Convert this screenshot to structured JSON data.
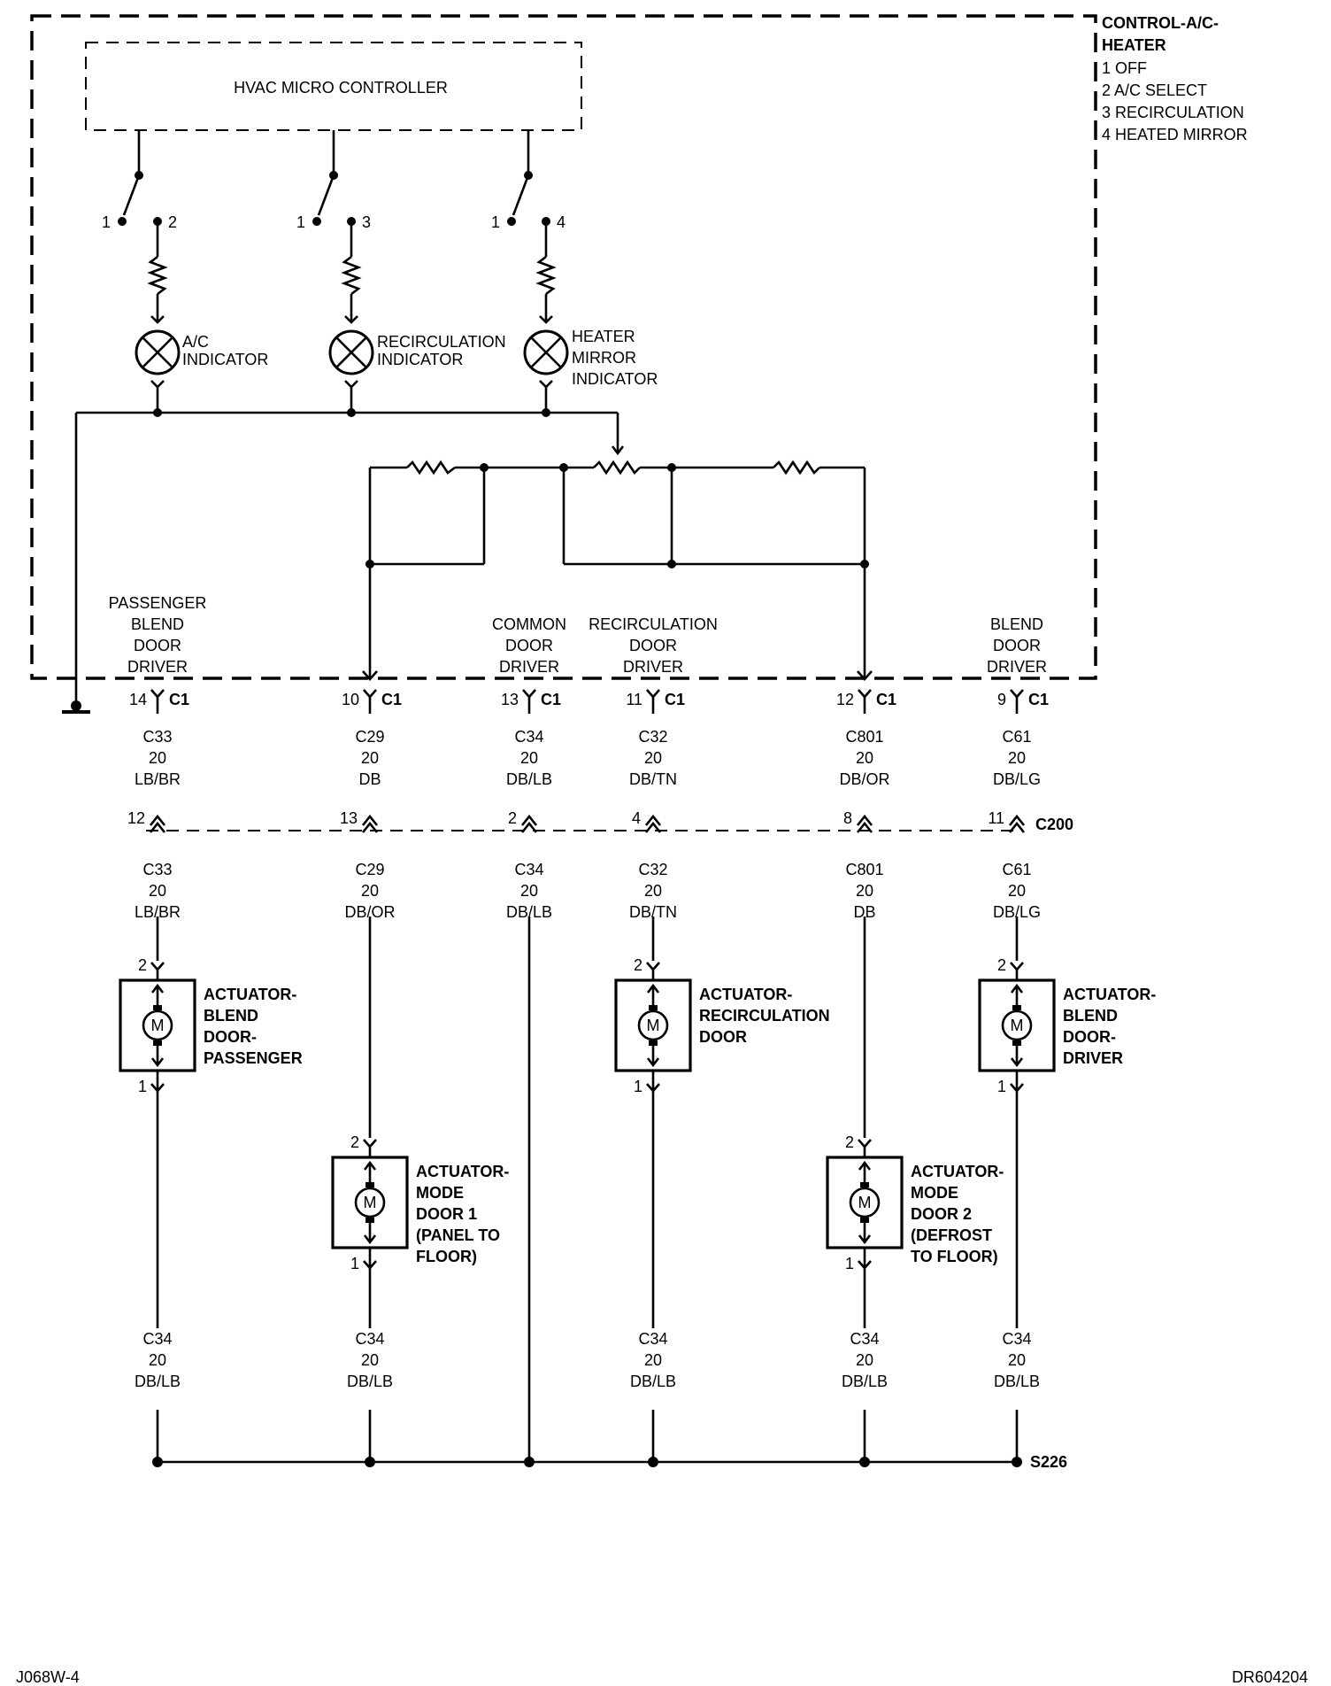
{
  "component": {
    "title_line1": "CONTROL-A/C-",
    "title_line2": "HEATER",
    "positions": [
      "1 OFF",
      "2 A/C SELECT",
      "3 RECIRCULATION",
      "4 HEATED MIRROR"
    ]
  },
  "micro_controller": "HVAC MICRO CONTROLLER",
  "switch_pins": [
    {
      "a": "1",
      "b": "2"
    },
    {
      "a": "1",
      "b": "3"
    },
    {
      "a": "1",
      "b": "4"
    }
  ],
  "indicators": [
    {
      "lines": [
        "A/C",
        "INDICATOR"
      ]
    },
    {
      "lines": [
        "RECIRCULATION",
        "INDICATOR"
      ]
    },
    {
      "lines": [
        "HEATER",
        "MIRROR",
        "INDICATOR"
      ]
    }
  ],
  "drivers": [
    {
      "lines": [
        "PASSENGER",
        "BLEND",
        "DOOR",
        "DRIVER"
      ]
    },
    {
      "lines": [
        "COMMON",
        "DOOR",
        "DRIVER"
      ]
    },
    {
      "lines": [
        "RECIRCULATION",
        "DOOR",
        "DRIVER"
      ]
    },
    {
      "lines": [
        "BLEND",
        "DOOR",
        "DRIVER"
      ]
    }
  ],
  "connector_c1": "C1",
  "connector_c200": "C200",
  "circuits": [
    {
      "c1_pin": "14",
      "upper": [
        "C33",
        "20",
        "LB/BR"
      ],
      "c200_pin": "12",
      "lower": [
        "C33",
        "20",
        "LB/BR"
      ],
      "bottom": [
        "C34",
        "20",
        "DB/LB"
      ]
    },
    {
      "c1_pin": "10",
      "upper": [
        "C29",
        "20",
        "DB"
      ],
      "c200_pin": "13",
      "lower": [
        "C29",
        "20",
        "DB/OR"
      ],
      "bottom": [
        "C34",
        "20",
        "DB/LB"
      ]
    },
    {
      "c1_pin": "13",
      "upper": [
        "C34",
        "20",
        "DB/LB"
      ],
      "c200_pin": "2",
      "lower": [
        "C34",
        "20",
        "DB/LB"
      ],
      "bottom": []
    },
    {
      "c1_pin": "11",
      "upper": [
        "C32",
        "20",
        "DB/TN"
      ],
      "c200_pin": "4",
      "lower": [
        "C32",
        "20",
        "DB/TN"
      ],
      "bottom": [
        "C34",
        "20",
        "DB/LB"
      ]
    },
    {
      "c1_pin": "12",
      "upper": [
        "C801",
        "20",
        "DB/OR"
      ],
      "c200_pin": "8",
      "lower": [
        "C801",
        "20",
        "DB"
      ],
      "bottom": [
        "C34",
        "20",
        "DB/LB"
      ]
    },
    {
      "c1_pin": "9",
      "upper": [
        "C61",
        "20",
        "DB/LG"
      ],
      "c200_pin": "11",
      "lower": [
        "C61",
        "20",
        "DB/LG"
      ],
      "bottom": [
        "C34",
        "20",
        "DB/LB"
      ]
    }
  ],
  "actuators": [
    {
      "lines": [
        "ACTUATOR-",
        "BLEND",
        "DOOR-",
        "PASSENGER"
      ],
      "pin_top": "2",
      "pin_bottom": "1",
      "motor": "M"
    },
    {
      "lines": [
        "ACTUATOR-",
        "MODE",
        "DOOR 1",
        "(PANEL TO",
        "FLOOR)"
      ],
      "pin_top": "2",
      "pin_bottom": "1",
      "motor": "M"
    },
    {
      "lines": [
        "ACTUATOR-",
        "RECIRCULATION",
        "DOOR"
      ],
      "pin_top": "2",
      "pin_bottom": "1",
      "motor": "M"
    },
    {
      "lines": [
        "ACTUATOR-",
        "MODE",
        "DOOR 2",
        "(DEFROST",
        "TO FLOOR)"
      ],
      "pin_top": "2",
      "pin_bottom": "1",
      "motor": "M"
    },
    {
      "lines": [
        "ACTUATOR-",
        "BLEND",
        "DOOR-",
        "DRIVER"
      ],
      "pin_top": "2",
      "pin_bottom": "1",
      "motor": "M"
    }
  ],
  "splice": "S226",
  "footer_left": "J068W-4",
  "footer_right": "DR604204"
}
